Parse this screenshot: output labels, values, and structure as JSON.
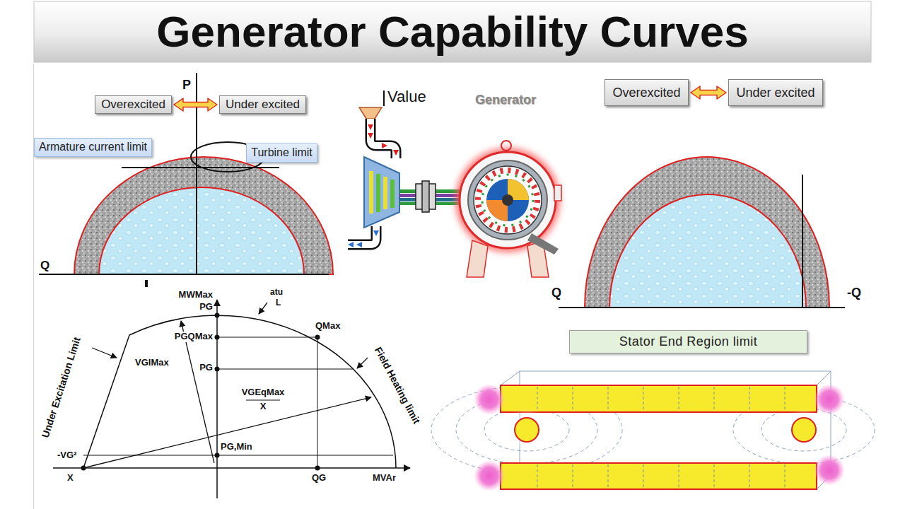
{
  "diagram": {
    "title": "Generator Capability Curves",
    "nodes": [
      {
        "text": [
          "Overexcited"
        ]
      },
      {
        "text": [
          "Under excited"
        ]
      },
      {
        "text": [
          "Overexcited"
        ]
      },
      {
        "text": [
          "Under excited"
        ]
      },
      {
        "text": [
          "Armature current limit"
        ]
      },
      {
        "text": [
          "Turbine limit"
        ]
      },
      {
        "text": [
          "Stator End Region limit"
        ]
      }
    ],
    "edges": [
      {
        "from": 0,
        "to": 1,
        "arrow": "both"
      },
      {
        "from": 2,
        "to": 3,
        "arrow": "both"
      }
    ],
    "labels": [
      "P",
      "Q",
      "Value",
      "Generator",
      "Q",
      "-Q",
      "MWMax",
      "atu",
      "L",
      "PG",
      "PGQMax",
      "QMax",
      "PG",
      "VGIMax",
      "Under Excitation Limit",
      "Field Heating limit",
      "VGEqMax",
      "X",
      "PG,Min",
      "-VG²",
      "X",
      "QG",
      "MVAr"
    ]
  }
}
